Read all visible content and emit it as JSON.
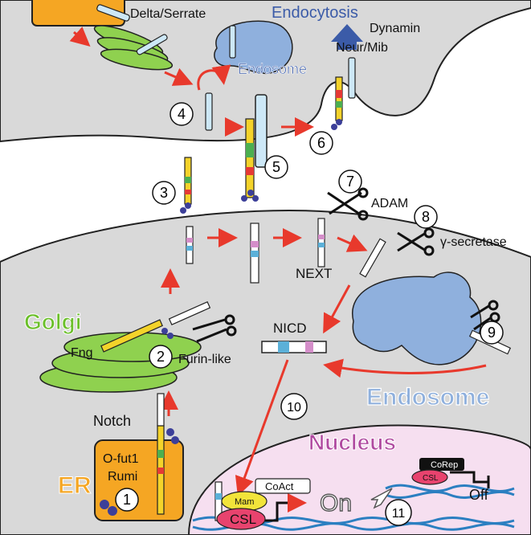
{
  "labels": {
    "delta_serrate": "Delta/Serrate",
    "endocytosis": "Endocytosis",
    "dynamin": "Dynamin",
    "neur_mib": "Neur/Mib",
    "endosome_top": "Endosome",
    "adam": "ADAM",
    "gamma_secretase": "γ-secretase",
    "next": "NEXT",
    "golgi": "Golgi",
    "fng": "Fng",
    "furin_like": "Furin-like",
    "nicd": "NICD",
    "endosome_bottom": "Endosome",
    "notch": "Notch",
    "nucleus": "Nucleus",
    "coact": "CoAct",
    "corep": "CoRep",
    "mam": "Mam",
    "csl": "CSL",
    "csl_small": "CSL",
    "on": "On",
    "off": "Off",
    "er": "ER",
    "ofut1": "O-fut1",
    "rumi": "Rumi"
  },
  "steps": [
    "1",
    "2",
    "3",
    "4",
    "5",
    "6",
    "7",
    "8",
    "9",
    "10",
    "11"
  ],
  "colors": {
    "cell_fill": "#d9d9d9",
    "golgi_green": "#8fd14f",
    "er_orange": "#f5a623",
    "endosome_blue": "#8fb0dd",
    "nucleus_pink": "#f6dff0",
    "arrow_red": "#e8392c",
    "label_blue": "#3b5ba8",
    "nucleus_text": "#b04aa0",
    "er_text": "#f5a623",
    "golgi_text": "#6bbf2a",
    "csl_red": "#e8436e",
    "mam_yellow": "#f2e43a",
    "dna_blue": "#2b7fc1"
  }
}
